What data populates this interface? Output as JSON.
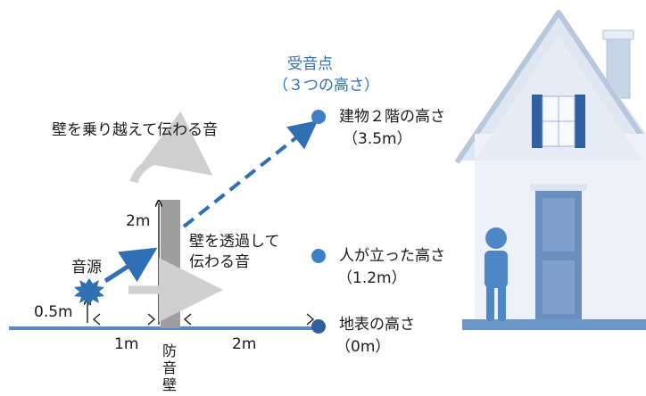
{
  "receiver": {
    "title": "受音点",
    "subtitle": "（３つの高さ）"
  },
  "paths": {
    "over_wall": "壁を乗り越えて伝わる音",
    "through_wall_1": "壁を透過して",
    "through_wall_2": "伝わる音"
  },
  "source": {
    "label": "音源"
  },
  "wall": {
    "label_chars": [
      "防",
      "音",
      "壁"
    ]
  },
  "dimensions": {
    "wall_height": "2m",
    "source_height": "0.5m",
    "source_to_wall": "1m",
    "wall_to_receiver": "2m"
  },
  "receiver_points": [
    {
      "name": "建物２階の高さ",
      "value": "（3.5m）"
    },
    {
      "name": "人が立った高さ",
      "value": "（1.2m）"
    },
    {
      "name": "地表の高さ",
      "value": "（0m）"
    }
  ],
  "colors": {
    "accent": "#2f6fb3",
    "wall": "#9e9e9e",
    "house": "#dce6f3",
    "ground": "#5b8ac6"
  }
}
